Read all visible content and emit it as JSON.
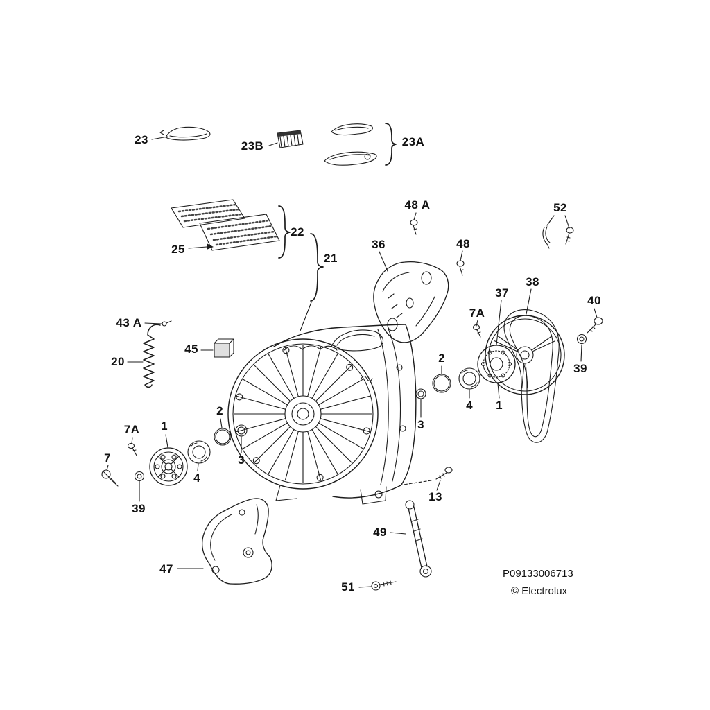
{
  "doc_type": "exploded-parts-diagram",
  "labels": {
    "l23": "23",
    "l23B": "23B",
    "l23A": "23A",
    "l22": "22",
    "l21": "21",
    "l25": "25",
    "l36": "36",
    "l48A": "48 A",
    "l48": "48",
    "l52": "52",
    "l37": "37",
    "l38": "38",
    "l40": "40",
    "l39_right": "39",
    "l7A_right": "7A",
    "l2_right": "2",
    "l4_right": "4",
    "l1_right": "1",
    "l3_right": "3",
    "l43A": "43 A",
    "l20": "20",
    "l45": "45",
    "l2_left": "2",
    "l3_left": "3",
    "l1_left": "1",
    "l7A_left": "7A",
    "l7": "7",
    "l4_left": "4",
    "l39_left": "39",
    "l13": "13",
    "l49": "49",
    "l47": "47",
    "l51": "51"
  },
  "footer": {
    "part_code": "P09133006713",
    "copyright": "© Electrolux"
  },
  "colors": {
    "line": "#1c1c1c",
    "background": "#ffffff"
  }
}
